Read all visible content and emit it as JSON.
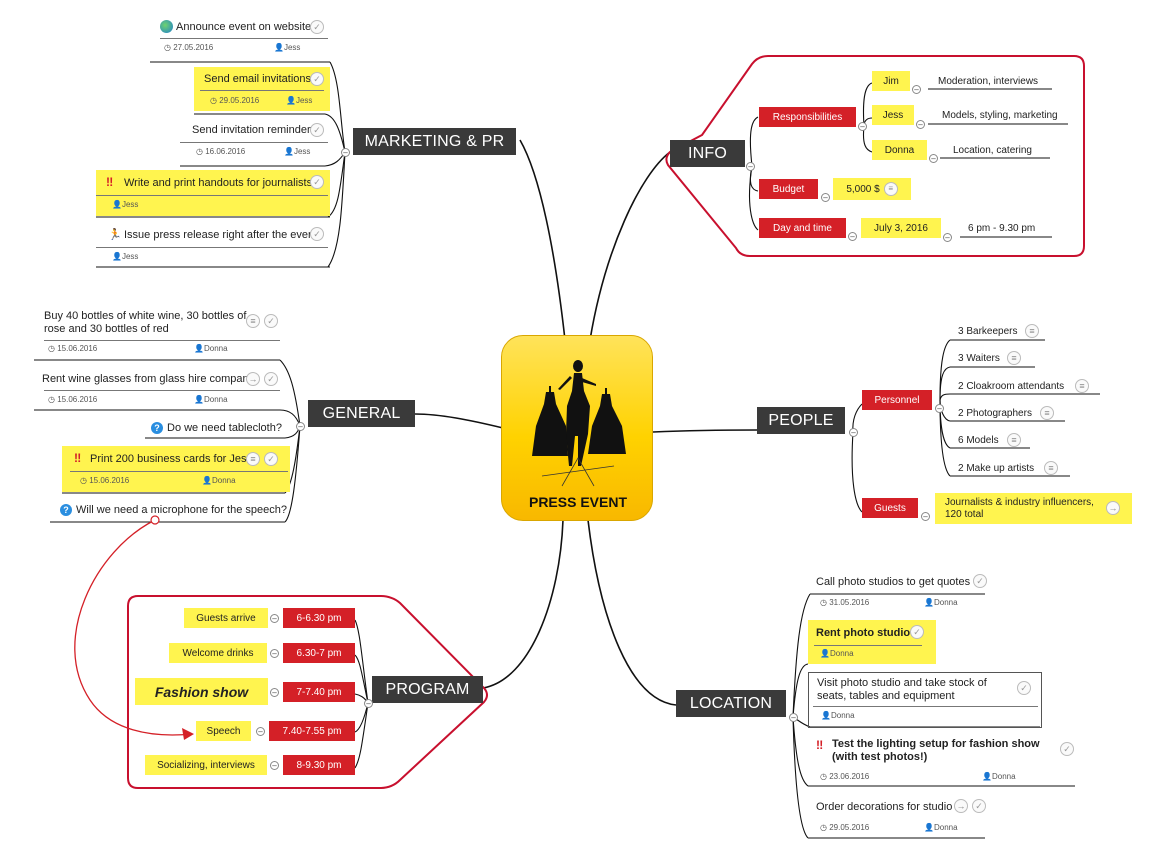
{
  "central": {
    "title": "PRESS EVENT",
    "icon": "fashion-silhouettes-icon"
  },
  "branches": {
    "marketing": "MARKETING & PR",
    "general": "GENERAL",
    "program": "PROGRAM",
    "info": "INFO",
    "people": "PEOPLE",
    "location": "LOCATION"
  },
  "marketing_tasks": [
    {
      "text": "Announce event on website",
      "date": "27.05.2016",
      "owner": "Jess"
    },
    {
      "text": "Send email invitations",
      "date": "29.05.2016",
      "owner": "Jess"
    },
    {
      "text": "Send invitation reminder",
      "date": "16.06.2016",
      "owner": "Jess"
    },
    {
      "text": "Write and print handouts for journalists",
      "owner": "Jess"
    },
    {
      "text": "Issue press release right after the event",
      "owner": "Jess"
    }
  ],
  "general_tasks": [
    {
      "text": "Buy 40 bottles of white wine, 30 bottles of rose and 30 bottles of red",
      "date": "15.06.2016",
      "owner": "Donna"
    },
    {
      "text": "Rent wine glasses from glass hire company",
      "date": "15.06.2016",
      "owner": "Donna"
    },
    {
      "text": "Do we need tablecloth?"
    },
    {
      "text": "Print 200 business cards for Jess",
      "date": "15.06.2016",
      "owner": "Donna"
    },
    {
      "text": "Will we need a microphone for the speech?"
    }
  ],
  "program": [
    {
      "item": "Guests arrive",
      "time": "6-6.30 pm"
    },
    {
      "item": "Welcome drinks",
      "time": "6.30-7 pm"
    },
    {
      "item": "Fashion show",
      "time": "7-7.40 pm"
    },
    {
      "item": "Speech",
      "time": "7.40-7.55 pm"
    },
    {
      "item": "Socializing, interviews",
      "time": "8-9.30 pm"
    }
  ],
  "info": {
    "responsibilities_label": "Responsibilities",
    "responsibilities": [
      {
        "name": "Jim",
        "duty": "Moderation, interviews"
      },
      {
        "name": "Jess",
        "duty": "Models, styling, marketing"
      },
      {
        "name": "Donna",
        "duty": "Location, catering"
      }
    ],
    "budget_label": "Budget",
    "budget_value": "5,000 $",
    "daytime_label": "Day and time",
    "date": "July 3, 2016",
    "time": "6 pm - 9.30 pm"
  },
  "people": {
    "personnel_label": "Personnel",
    "personnel": [
      "3 Barkeepers",
      "3 Waiters",
      "2 Cloakroom attendants",
      "2 Photographers",
      "6 Models",
      "2 Make up artists"
    ],
    "guests_label": "Guests",
    "guests": "Journalists & industry influencers, 120 total"
  },
  "location_tasks": [
    {
      "text": "Call photo studios to get quotes",
      "date": "31.05.2016",
      "owner": "Donna"
    },
    {
      "text": "Rent photo studio",
      "owner": "Donna"
    },
    {
      "text": "Visit photo studio and take stock of seats, tables and equipment",
      "owner": "Donna"
    },
    {
      "text": "Test the lighting setup for fashion show (with test photos!)",
      "date": "23.06.2016",
      "owner": "Donna"
    },
    {
      "text": "Order decorations for studio",
      "date": "29.05.2016",
      "owner": "Donna"
    }
  ],
  "colors": {
    "topic_dark": "#3a3a3a",
    "label_red": "#d42027",
    "highlight_yellow": "#fff44f",
    "boundary_red": "#c8102e",
    "center_gold": "#ffd200"
  }
}
